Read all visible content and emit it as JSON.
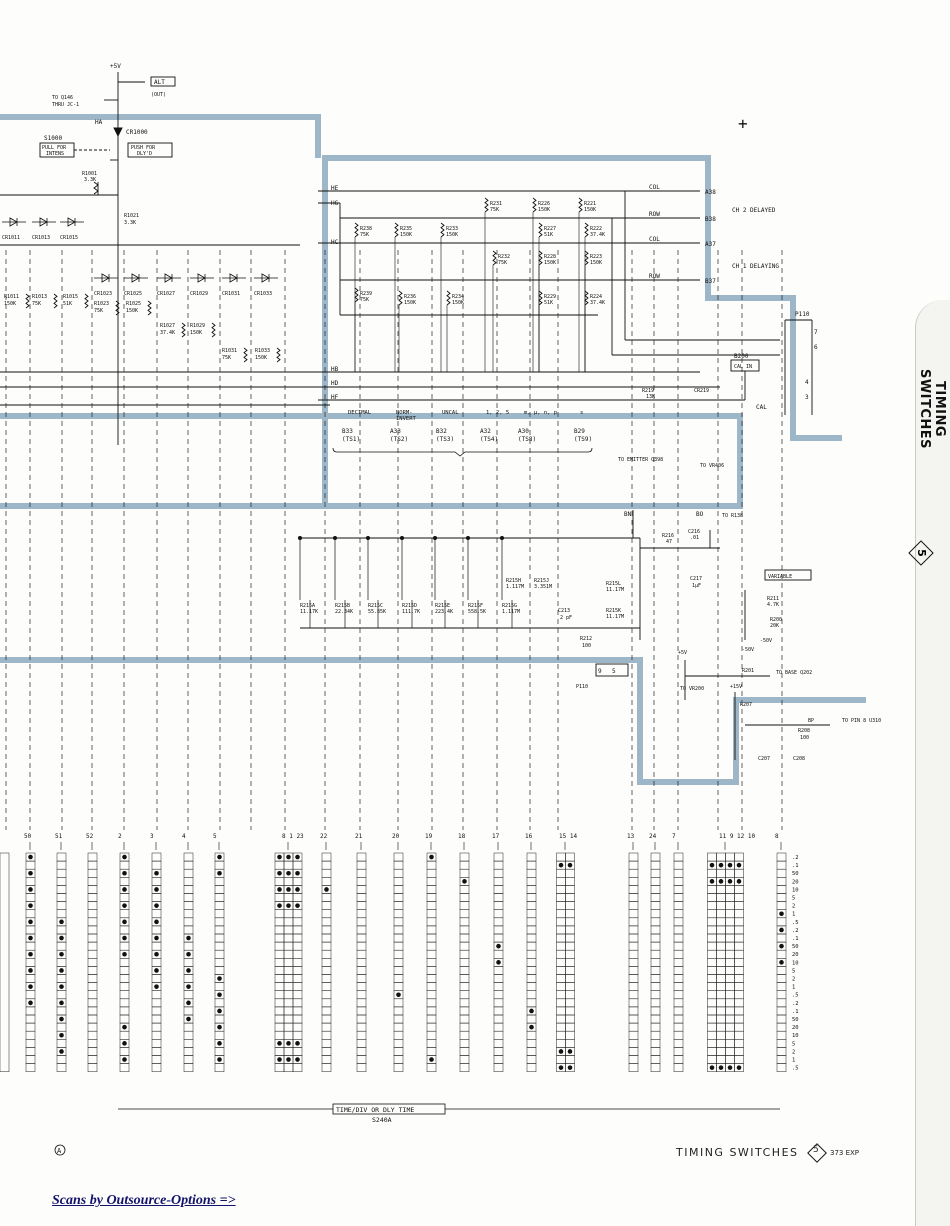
{
  "page": {
    "side_title": "TIMING SWITCHES",
    "side_number": "5",
    "bottom_title": "TIMING SWITCHES",
    "bottom_number": "5",
    "model_label": "373 EXP",
    "scan_credit": "Scans by Outsource-Options =>",
    "corner_mark": "A",
    "plus_mark": "+"
  },
  "top": {
    "supply": "+5V",
    "alt": "ALT",
    "out": "(OUT)",
    "to_q146": "TO Q146",
    "thru": "THRU JC-1",
    "ha": "HA",
    "cr1000": "CR1000",
    "s1000": "S1000",
    "pull_for": "PULL FOR",
    "intens": "INTENS",
    "push_for": "PUSH FOR",
    "dlyd": "DLY'D",
    "r1001": "R1001",
    "r1001_val": "3.3K",
    "r1021": "R1021",
    "r1021_val": "3.3K"
  },
  "left_diodes": [
    "CR1011",
    "CR1013",
    "CR1015",
    "CR1023",
    "CR1025",
    "CR1027",
    "CR1029",
    "CR1031",
    "CR1033"
  ],
  "left_resistors": [
    {
      "name": "R1011",
      "val": "150K"
    },
    {
      "name": "R1013",
      "val": "75K"
    },
    {
      "name": "R1015",
      "val": "51K"
    },
    {
      "name": "R1023",
      "val": "75K"
    },
    {
      "name": "R1025",
      "val": "150K"
    },
    {
      "name": "R1027",
      "val": "37.4K"
    },
    {
      "name": "R1029",
      "val": "150K"
    },
    {
      "name": "R1031",
      "val": "75K"
    },
    {
      "name": "R1033",
      "val": "150K"
    }
  ],
  "bus": {
    "he": "HE",
    "hg": "HG",
    "hc": "HC",
    "hb": "HB",
    "hd": "HD",
    "hf": "HF",
    "col": "COL",
    "row": "ROW",
    "a38": "A38",
    "b38": "B38",
    "a37": "A37",
    "b37": "B37",
    "ch2": "CH 2 DELAYED",
    "ch1": "CH 1 DELAYING",
    "marker6": "6"
  },
  "ladder": [
    {
      "name": "R238",
      "val": "75K"
    },
    {
      "name": "R235",
      "val": "150K"
    },
    {
      "name": "R233",
      "val": "150K"
    },
    {
      "name": "R231",
      "val": "75K"
    },
    {
      "name": "R226",
      "val": "150K"
    },
    {
      "name": "R221",
      "val": "150K"
    },
    {
      "name": "R227",
      "val": "51K"
    },
    {
      "name": "R222",
      "val": "37.4K"
    },
    {
      "name": "R232",
      "val": "75K"
    },
    {
      "name": "R228",
      "val": "150K"
    },
    {
      "name": "R223",
      "val": "150K"
    },
    {
      "name": "R239",
      "val": "75K"
    },
    {
      "name": "R236",
      "val": "150K"
    },
    {
      "name": "R234",
      "val": "150K"
    },
    {
      "name": "R229",
      "val": "51K"
    },
    {
      "name": "R224",
      "val": "37.4K"
    }
  ],
  "modes": [
    {
      "label": "DECIMAL",
      "pin": "B33",
      "ts": "(TS1)"
    },
    {
      "label": "NORM-\nINVERT",
      "pin": "A33",
      "ts": "(TS2)"
    },
    {
      "label": "UNCAL",
      "pin": "B32",
      "ts": "(TS3)"
    },
    {
      "label": "1, 2, 5",
      "pin": "A32",
      "ts": "(TS4)"
    },
    {
      "label": "m, µ, n, p",
      "pin": "A30",
      "ts": "(TS8)"
    },
    {
      "label": "s",
      "pin": "B29",
      "ts": "(TS9)"
    }
  ],
  "cal": {
    "p110": "P110",
    "b200": "B200",
    "cal_in": "CAL IN",
    "r219": "R219",
    "r219_val": "13K",
    "cr219": "CR219",
    "cal": "CAL",
    "pins": [
      "7",
      "6",
      "4",
      "3"
    ]
  },
  "timing": {
    "to_emitter": "TO\nEMITTER\nQ398",
    "to_vr406": "TO\nVR406",
    "bn": "BN",
    "bo": "BO",
    "to_r138": "TO\nR138",
    "r216": "R216",
    "r216_val": "47",
    "c216": "C216",
    "c216_val": ".01",
    "c217": "C217",
    "c217_val": "1µF",
    "r215": [
      {
        "name": "R215A",
        "val": "11.17K"
      },
      {
        "name": "R215B",
        "val": "22.34K"
      },
      {
        "name": "R215C",
        "val": "55.85K"
      },
      {
        "name": "R215D",
        "val": "111.7K"
      },
      {
        "name": "R215E",
        "val": "223.4K"
      },
      {
        "name": "R215F",
        "val": "558.5K"
      },
      {
        "name": "R215G",
        "val": "1.117M"
      }
    ],
    "r215h": "R215H\n1.117M",
    "r215j": "R215J\n3.351M",
    "r215l": "R215L\n11.17M",
    "r215k": "R215K\n11.17M",
    "c213": "C213",
    "c213_val": "2 pF",
    "r212": "R212",
    "r212_val": "100",
    "variable": "VARIABLE",
    "r211": "R211",
    "r211_val": "4.7K",
    "r200": "R200",
    "r200_val": "20K",
    "neg50": "-50V",
    "neg50b": "-50V",
    "p110b": "P110",
    "pins2": [
      "9",
      "5"
    ]
  },
  "lower": {
    "plus5": "+5V",
    "plus15": "+15V",
    "to_vr200": "TO\nVR200",
    "r201": "R201",
    "to_base": "TO BASE\nQ202",
    "r207": "R207",
    "r208": "R208",
    "r208_val": "100",
    "bp": "BP",
    "to_pin": "TO PIN 8\nU310",
    "c207": "C207",
    "c208": "C208"
  },
  "chart_data": {
    "type": "table",
    "title": "TIME/DIV OR DLY TIME",
    "subtitle": "S240A",
    "columns": [
      "50",
      "51",
      "52",
      "2",
      "3",
      "4",
      "5",
      "8 1 23",
      "22",
      "21",
      "20",
      "19",
      "18",
      "17",
      "16",
      "15 14",
      "13",
      "24",
      "7",
      "11 9 12 10",
      "8"
    ],
    "rows": [
      ".2",
      ".1",
      "50",
      "20",
      "10",
      "5",
      "2",
      "1",
      ".5",
      ".2",
      ".1",
      "50",
      "20",
      "10",
      "5",
      "2",
      "1",
      ".5",
      ".2",
      ".1",
      "50",
      "20",
      "10",
      "5",
      "2",
      "1",
      ".5"
    ],
    "closed_contacts_per_column": [
      10,
      9,
      0,
      10,
      8,
      6,
      8,
      18,
      1,
      0,
      1,
      2,
      1,
      2,
      2,
      6,
      0,
      0,
      0,
      12,
      4
    ]
  }
}
